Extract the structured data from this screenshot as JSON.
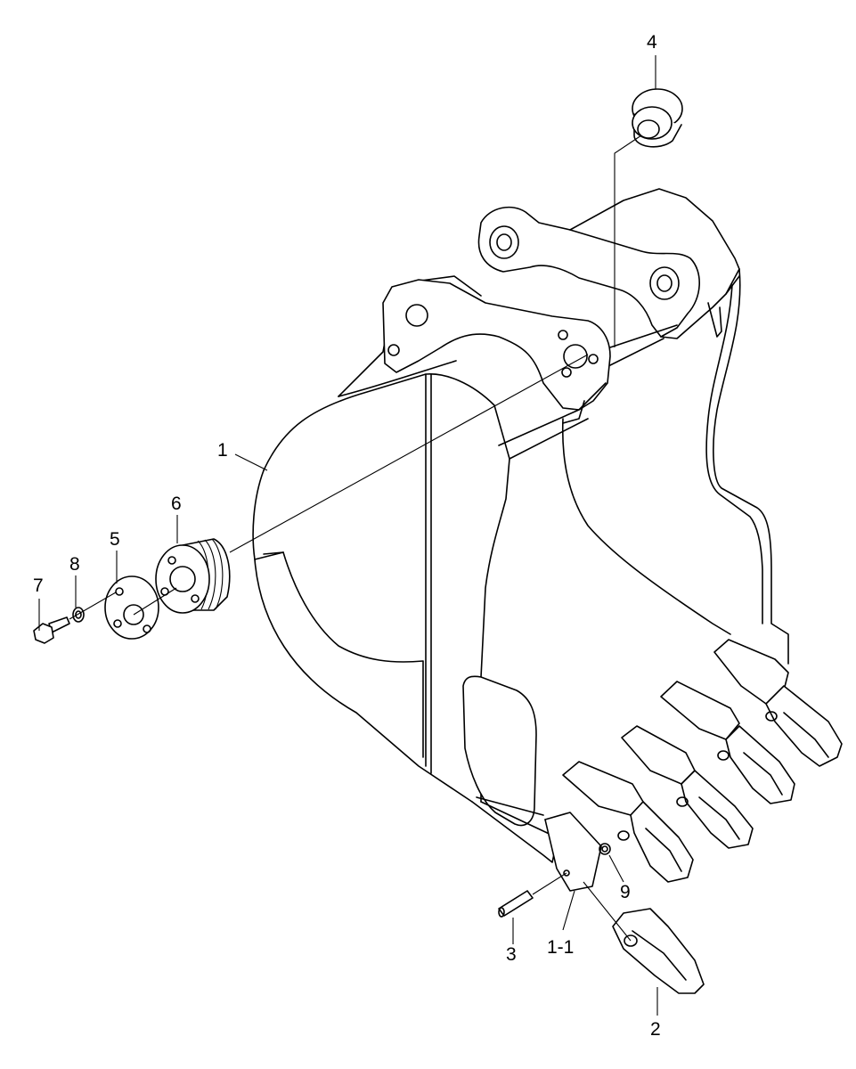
{
  "diagram": {
    "labels": {
      "bucket": "1",
      "adapter": "1-1",
      "tooth": "2",
      "tooth_pin": "3",
      "bushing": "4",
      "plate": "5",
      "boss": "6",
      "bolt": "7",
      "washer": "8",
      "lock_ring": "9"
    }
  }
}
